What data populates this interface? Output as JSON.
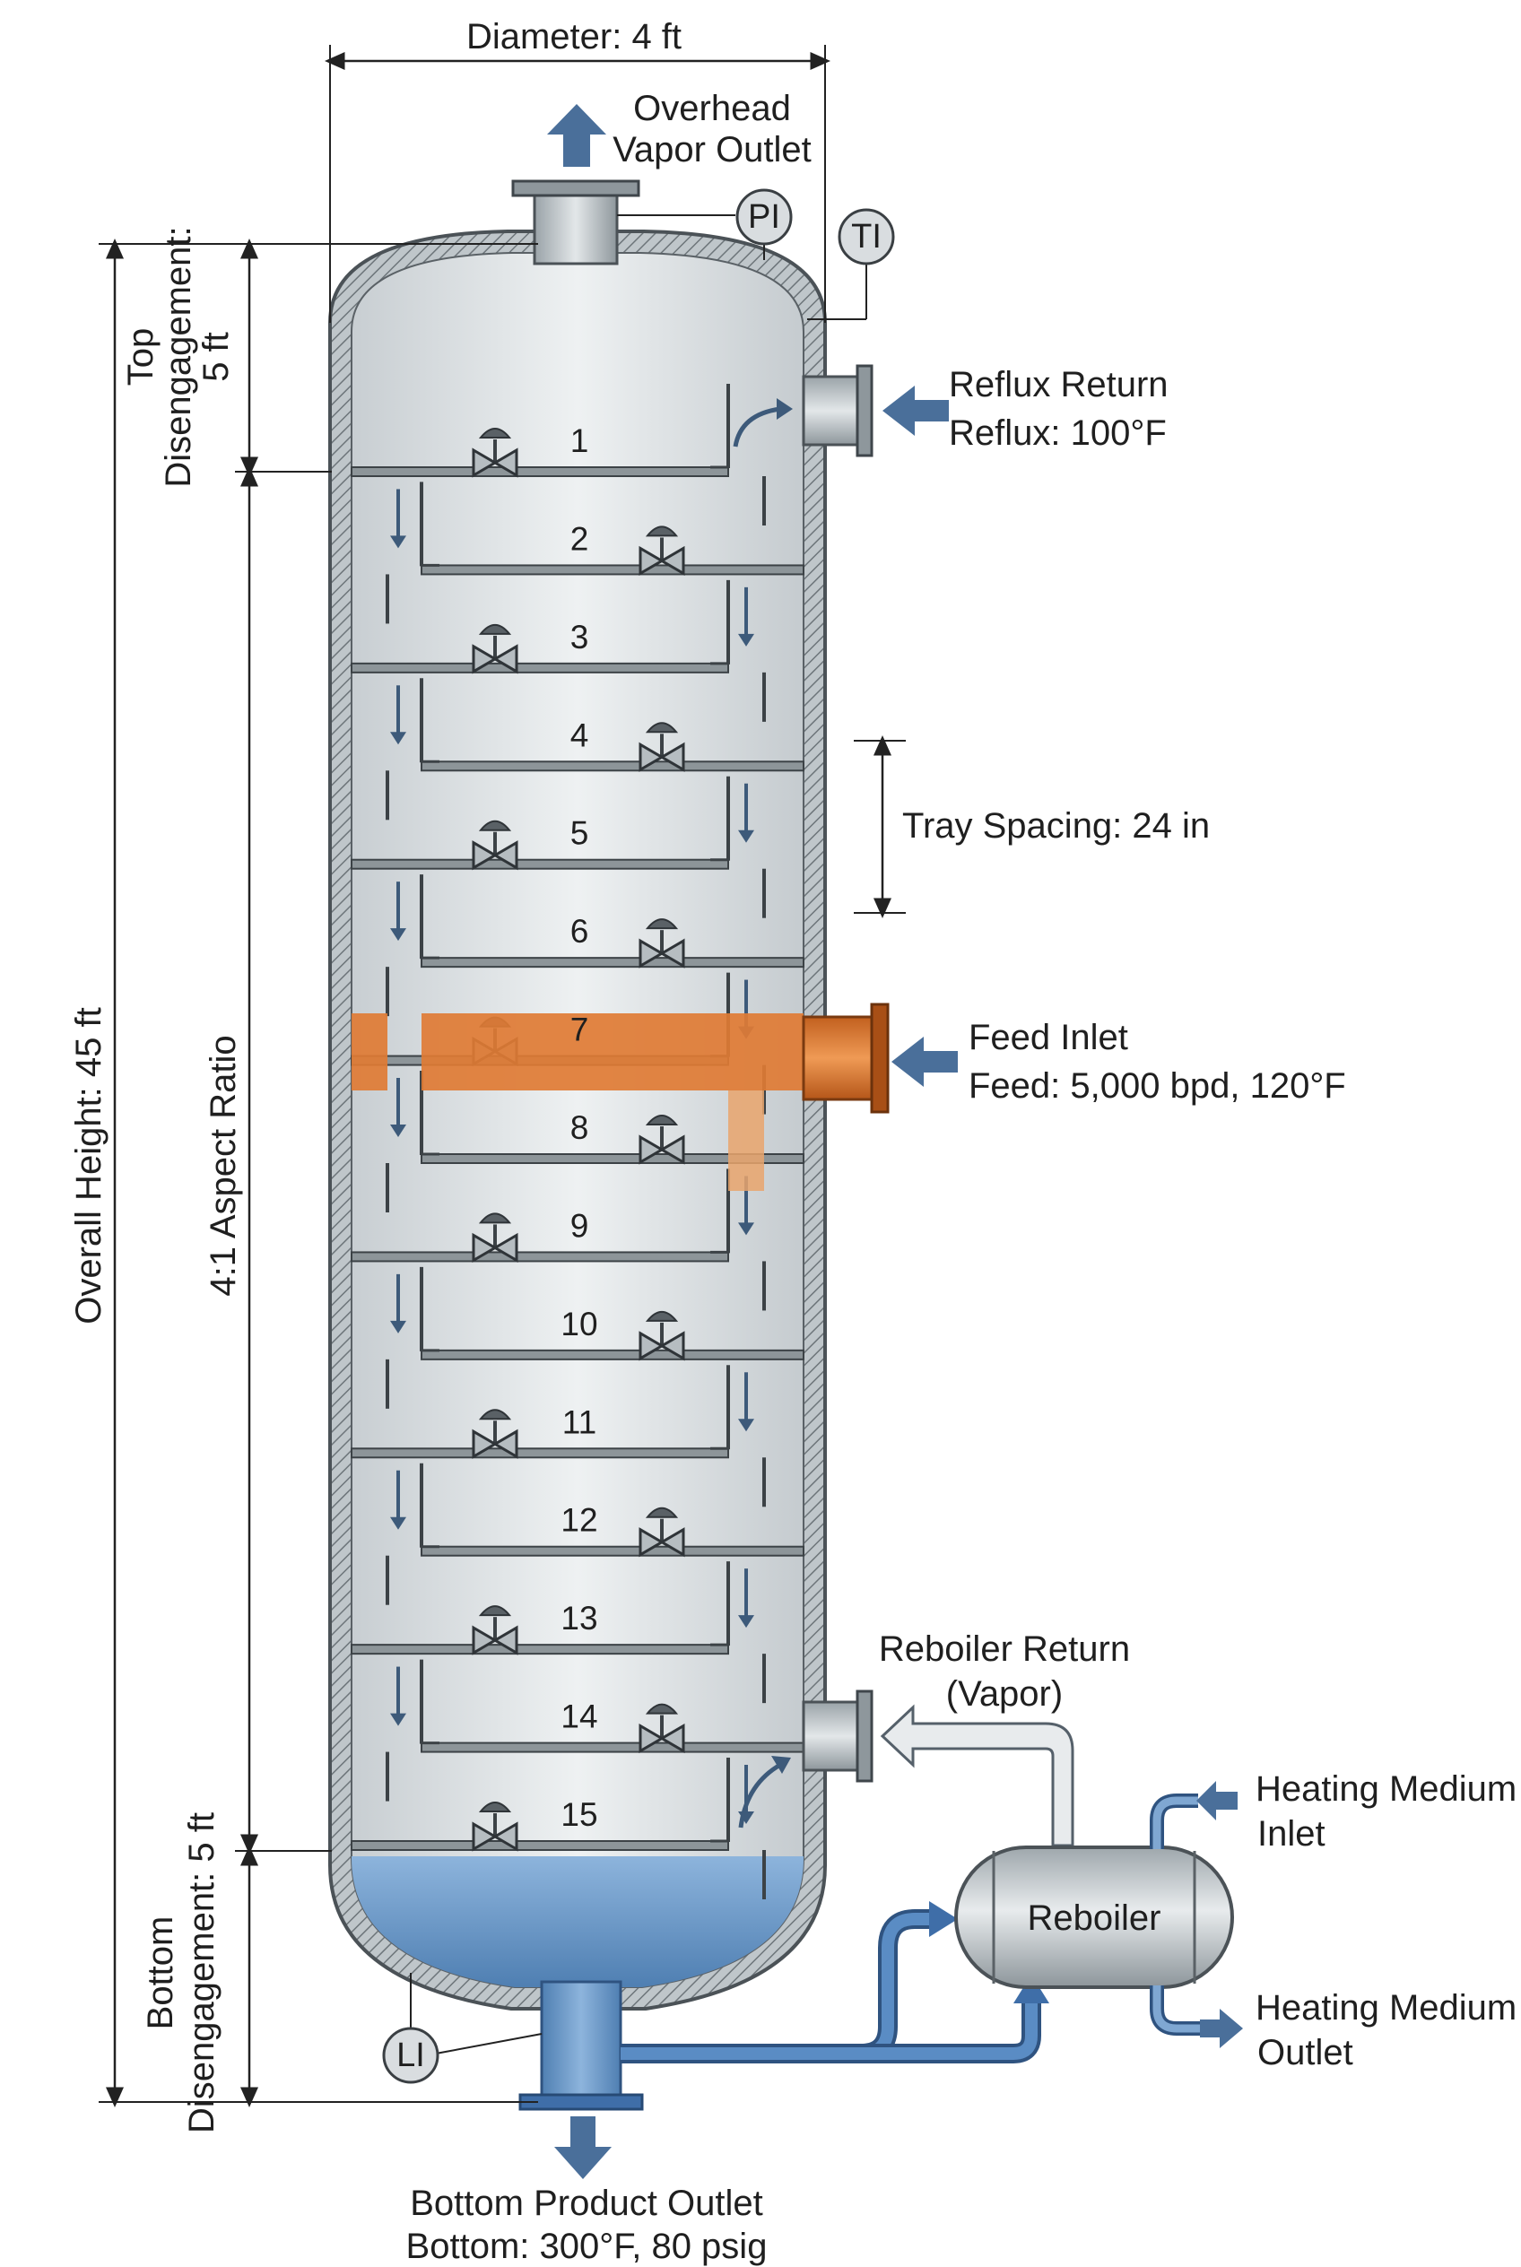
{
  "dimensions": {
    "diameter": "Diameter: 4 ft",
    "overall_height": "Overall Height: 45 ft",
    "aspect_ratio": "4:1 Aspect Ratio",
    "top_disengagement_line1": "Top",
    "top_disengagement_line2": "Disengagement:",
    "top_disengagement_line3": "5 ft",
    "bottom_disengagement_line1": "Bottom",
    "bottom_disengagement_line2": "Disengagement: 5 ft",
    "tray_spacing": "Tray Spacing: 24 in"
  },
  "streams": {
    "overhead_line1": "Overhead",
    "overhead_line2": "Vapor Outlet",
    "reflux_line1": "Reflux Return",
    "reflux_line2": "Reflux: 100°F",
    "feed_line1": "Feed Inlet",
    "feed_line2": "Feed: 5,000 bpd, 120°F",
    "reboiler_return_line1": "Reboiler Return",
    "reboiler_return_line2": "(Vapor)",
    "heating_inlet_line1": "Heating Medium",
    "heating_inlet_line2": "Inlet",
    "heating_outlet_line1": "Heating Medium",
    "heating_outlet_line2": "Outlet",
    "bottom_line1": "Bottom Product Outlet",
    "bottom_line2": "Bottom: 300°F, 80 psig"
  },
  "equipment": {
    "reboiler": "Reboiler"
  },
  "instruments": {
    "pressure": "PI",
    "temperature": "TI",
    "level": "LI"
  },
  "trays": {
    "feed_tray": 7,
    "labels": [
      "1",
      "2",
      "3",
      "4",
      "5",
      "6",
      "7",
      "8",
      "9",
      "10",
      "11",
      "12",
      "13",
      "14",
      "15"
    ]
  },
  "colors": {
    "vessel_shell": "#c9cfd3",
    "vessel_interior": "#dde2e5",
    "feed_highlight": "#e07b34",
    "bottom_liquid": "#6f9cc9",
    "piping_blue": "#3f6ea8",
    "arrow_blue": "#4a6f9a"
  }
}
